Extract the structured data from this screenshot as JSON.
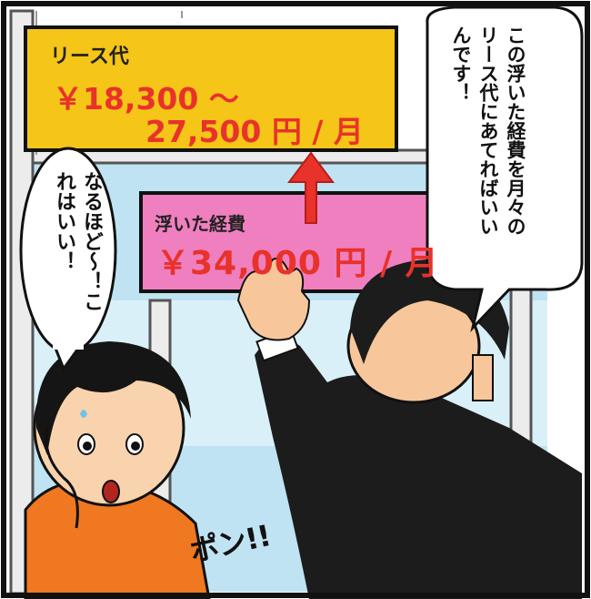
{
  "lease_sign": {
    "title": "リース代",
    "line1": "￥18,300 〜",
    "line2": "27,500 円 / 月"
  },
  "floating_sign": {
    "title": "浮いた経費",
    "amount": "￥34,000 円 / 月"
  },
  "speech_right": "この浮いた経費を月々のリース代にあてればいいんです！",
  "speech_left": "なるほど〜！これはいい！",
  "sound_effect": "ポン!!",
  "colors": {
    "lease_sign_bg": "#f5c518",
    "floating_sign_bg": "#f07fc0",
    "price_red": "#e8322a",
    "sky": "#a9d6ea",
    "shirt_orange": "#f07820",
    "suit": "#1c1c1c"
  }
}
